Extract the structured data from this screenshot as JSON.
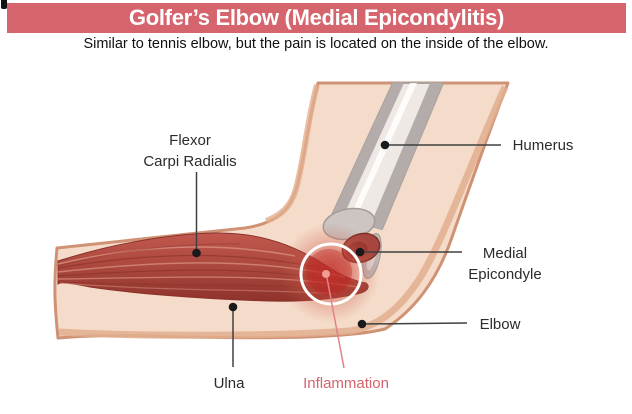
{
  "header": {
    "title": "Golfer’s Elbow (Medial Epicondylitis)",
    "subtitle": "Similar to tennis elbow, but the pain is located on the inside of the elbow."
  },
  "diagram": {
    "labels": {
      "flexor_line1": "Flexor",
      "flexor_line2": "Carpi Radialis",
      "humerus": "Humerus",
      "medial_line1": "Medial",
      "medial_line2": "Epicondyle",
      "elbow": "Elbow",
      "ulna": "Ulna",
      "inflammation": "Inflammation"
    }
  },
  "colors": {
    "banner": "#d5646c",
    "title_text": "#ffffff",
    "subtitle_text": "#101010",
    "label_text": "#2b2b2b",
    "inflammation_label": "#d5636c",
    "skin_fill": "#f5dcca",
    "skin_outline": "#cf9274",
    "skin_shading": "#e2ae8e",
    "muscle_base": "#b2524a",
    "muscle_dark": "#8e332c",
    "muscle_light": "#d8917f",
    "bone_gray": "#b3acaa",
    "bone_cream": "#efe9e5",
    "epicondyle_bump": "#a7463f",
    "inflammation_glow": "#c8372e",
    "highlight_ring": "#ffffff",
    "leader_line": "#404040",
    "leader_dot": "#1a1a1a",
    "inflammation_line": "#df838b"
  }
}
